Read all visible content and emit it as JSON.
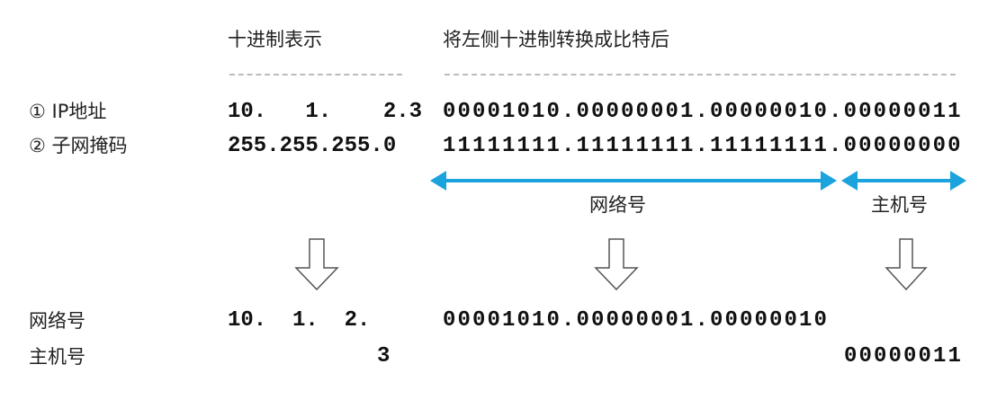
{
  "headers": {
    "decimal": "十进制表示",
    "binary": "将左侧十进制转换成比特后"
  },
  "rows": [
    {
      "label": "① IP地址",
      "decimal": "10.   1.    2.3",
      "binary": "00001010.00000001.00000010.00000011"
    },
    {
      "label": "② 子网掩码",
      "decimal": "255.255.255.0",
      "binary": "11111111.11111111.11111111.00000000"
    }
  ],
  "spans": {
    "network": "网络号",
    "host": "主机号",
    "color": "#1aa3dc"
  },
  "results": [
    {
      "label": "网络号",
      "decimal": "10.  1.  2.",
      "binary": "00001010.00000001.00000010"
    },
    {
      "label": "主机号",
      "decimal": "3",
      "binary": "00000011"
    }
  ]
}
